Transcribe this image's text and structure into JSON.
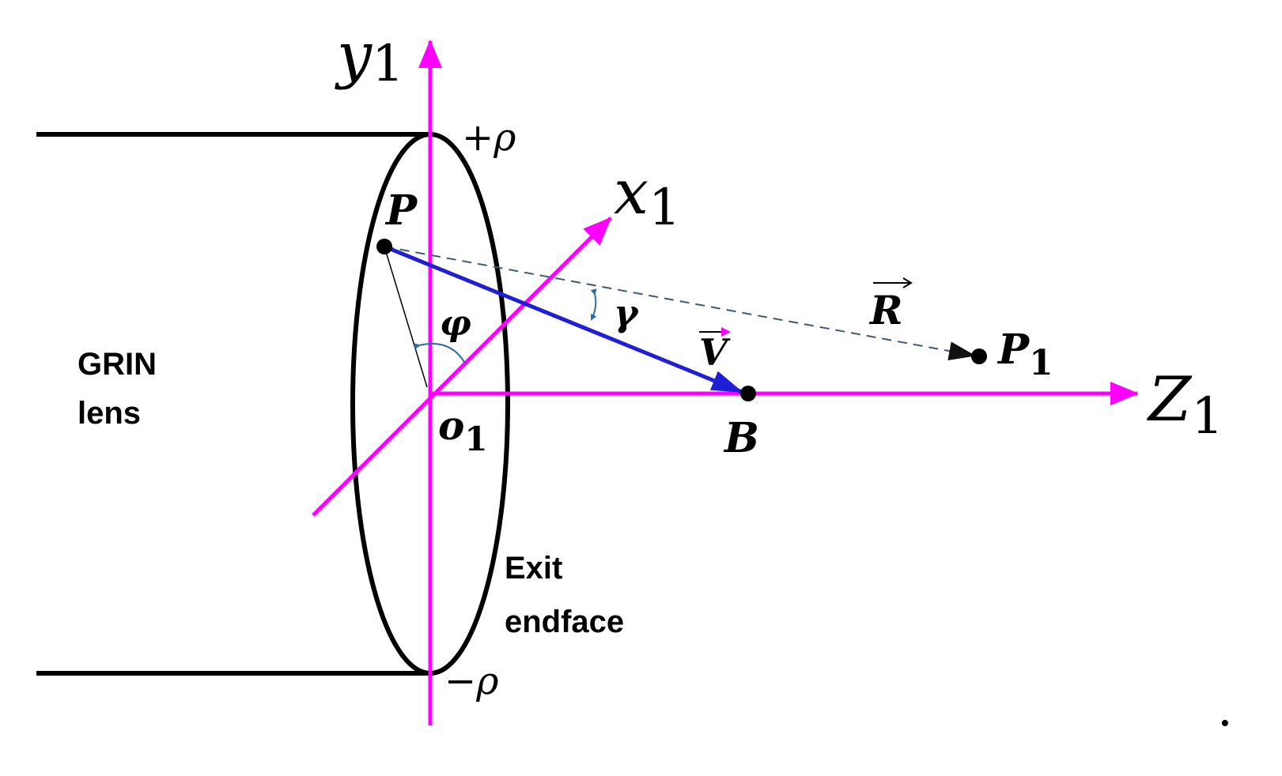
{
  "colors": {
    "axis": "#ff00ff",
    "lens": "#000000",
    "vector_v": "#1f1fd6",
    "vector_r": "#3c5a78",
    "angle_arc": "#2e6da4"
  },
  "labels": {
    "grin_line1": "GRIN",
    "grin_line2": "lens",
    "exit_line1": "Exit",
    "exit_line2": "endface",
    "plus_rho": "+ρ",
    "minus_rho": "−ρ",
    "y_axis_base": "y",
    "y_axis_sub": "1",
    "x_axis_base": "x",
    "x_axis_sub": "1",
    "z_axis_base": "Z",
    "z_axis_sub": "1",
    "origin_base": "o",
    "origin_sub": "1",
    "point_p": "P",
    "point_p1_base": "P",
    "point_p1_sub": "1",
    "point_b": "B",
    "angle_phi": "φ",
    "angle_gamma": "γ",
    "vector_v": "V",
    "vector_r": "R",
    "trailing_dot": "•"
  }
}
